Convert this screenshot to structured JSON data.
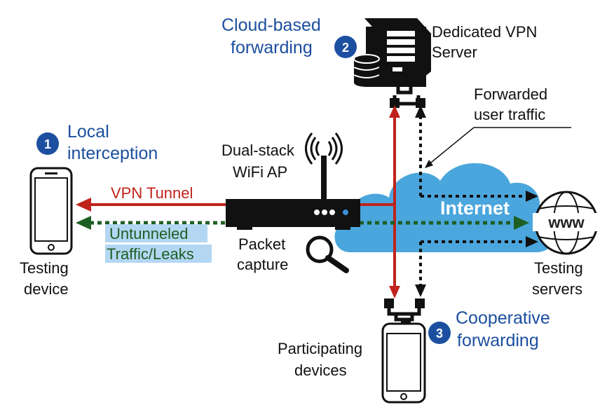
{
  "labels": {
    "local_interception_1": "Local",
    "local_interception_2": "interception",
    "cloud_1": "Cloud-based",
    "cloud_2": "forwarding",
    "dedicated_1": "Dedicated VPN",
    "dedicated_2": "Server",
    "forwarded_1": "Forwarded",
    "forwarded_2": "user traffic",
    "ap_1": "Dual-stack",
    "ap_2": "WiFi AP",
    "vpn_tunnel": "VPN Tunnel",
    "untunneled_1": "Untunneled",
    "untunneled_2": "Traffic/Leaks",
    "packet_1": "Packet",
    "packet_2": "capture",
    "testing_device_1": "Testing",
    "testing_device_2": "device",
    "internet": "Internet",
    "www": "www",
    "testing_servers_1": "Testing",
    "testing_servers_2": "servers",
    "participating_1": "Participating",
    "participating_2": "devices",
    "cooperative_1": "Cooperative",
    "cooperative_2": "forwarding"
  },
  "badges": {
    "b1": "1",
    "b2": "2",
    "b3": "3"
  },
  "colors": {
    "accent_blue": "#1c4fa0",
    "tunnel_red": "#c0231c",
    "leak_green": "#1e5e22",
    "cloud_blue": "#4aa6dc",
    "highlight": "#b3d7f3"
  },
  "icons": [
    "smartphone-icon",
    "server-icon",
    "database-icon",
    "router-icon",
    "wifi-icon",
    "magnifier-icon",
    "globe-icon",
    "cloud-icon",
    "ethernet-plug-icon"
  ]
}
